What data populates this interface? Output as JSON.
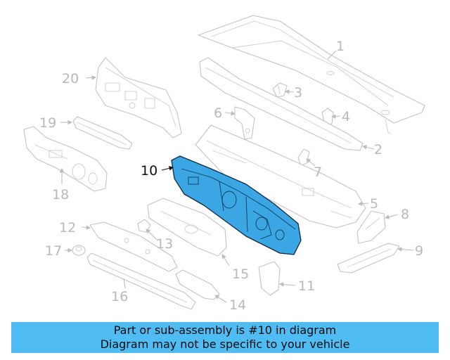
{
  "diagram": {
    "highlight_color": "#3aa6e4",
    "highlighted_callout": "10",
    "callouts": [
      "1",
      "2",
      "3",
      "4",
      "5",
      "6",
      "7",
      "8",
      "9",
      "10",
      "11",
      "12",
      "13",
      "14",
      "15",
      "16",
      "17",
      "18",
      "19",
      "20"
    ]
  },
  "banner": {
    "background_color": "#4fbdf4",
    "line1": "Part or sub-assembly is #10 in diagram",
    "line2": "Diagram may not be specific to your vehicle"
  }
}
